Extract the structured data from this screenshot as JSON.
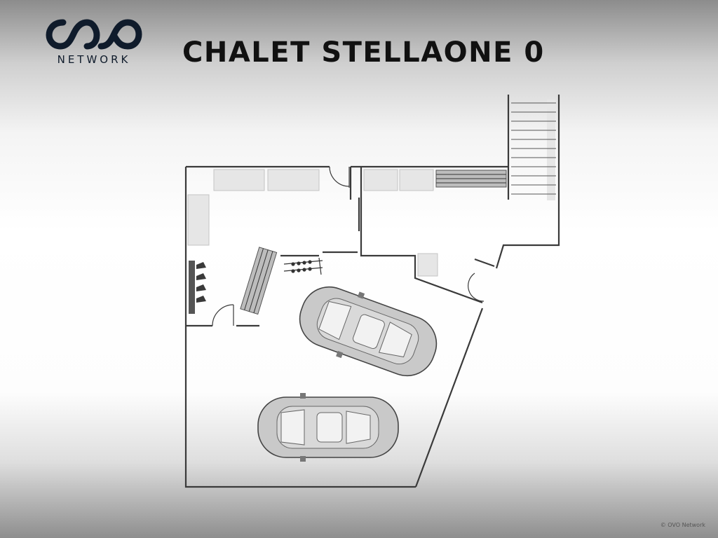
{
  "brand": {
    "logo_text": "OVO",
    "network_label": "NETWORK",
    "color": "#0f1b2b"
  },
  "header": {
    "title": "CHALET STELLAONE 0"
  },
  "floor_plan": {
    "wall_color": "#3a3a3a",
    "fixture_color": "#e6e6e6",
    "car_color": "#c9c9c9",
    "rooms": [
      "storage-room",
      "ski-room",
      "utility-room",
      "garage",
      "staircase"
    ],
    "cars": 2,
    "icons": [
      "boot-rack-icon",
      "ski-rack-icon",
      "bench-icon",
      "staircase-icon",
      "car-icon"
    ]
  },
  "footer": {
    "copyright": "© OVO Network"
  }
}
